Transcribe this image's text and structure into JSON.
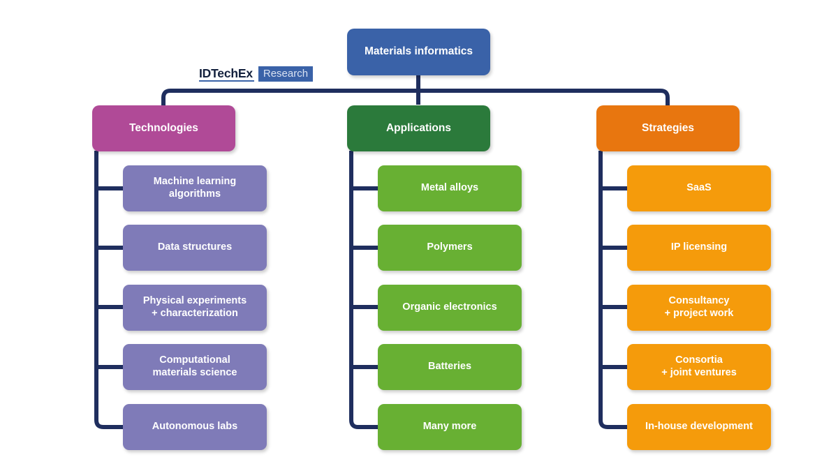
{
  "diagram": {
    "title": "Materials informatics",
    "logo": {
      "wordmark": "IDTechEx",
      "badge": "Research"
    },
    "colors": {
      "root": "#3A62A8",
      "connector": "#1F2E5E",
      "technologies": "#B04A97",
      "technologies_leaf": "#7F7BB8",
      "applications": "#2B7A3B",
      "applications_leaf": "#68B033",
      "strategies": "#E8760F",
      "strategies_leaf": "#F59B0B",
      "background": "#FFFFFF",
      "text": "#FFFFFF"
    },
    "branches": [
      {
        "id": "technologies",
        "label": "Technologies",
        "items": [
          "Machine learning\nalgorithms",
          "Data structures",
          "Physical experiments\n+ characterization",
          "Computational\nmaterials science",
          "Autonomous labs"
        ]
      },
      {
        "id": "applications",
        "label": "Applications",
        "items": [
          "Metal alloys",
          "Polymers",
          "Organic electronics",
          "Batteries",
          "Many more"
        ]
      },
      {
        "id": "strategies",
        "label": "Strategies",
        "items": [
          "SaaS",
          "IP licensing",
          "Consultancy\n+ project work",
          "Consortia\n+ joint ventures",
          "In-house development"
        ]
      }
    ]
  }
}
